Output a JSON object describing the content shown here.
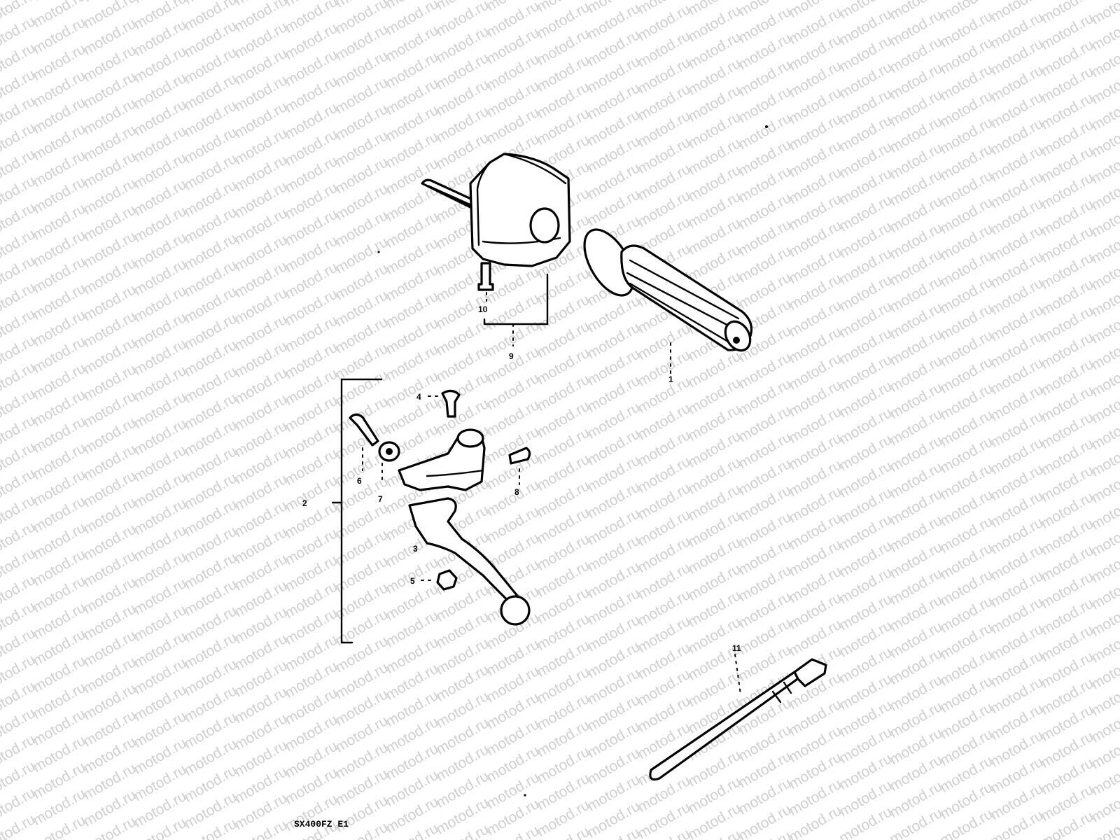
{
  "watermark": {
    "text": "motod.ru"
  },
  "diagram_code": "SX400FZ E1",
  "callouts": {
    "c1": "1",
    "c2": "2",
    "c3": "3",
    "c4": "4",
    "c5": "5",
    "c6": "6",
    "c7": "7",
    "c8": "8",
    "c9": "9",
    "c10": "10",
    "c11": "11"
  },
  "parts": [
    {
      "number": "1",
      "part": "handlebar-grip"
    },
    {
      "number": "2",
      "part": "lever-assembly"
    },
    {
      "number": "3",
      "part": "lever"
    },
    {
      "number": "4",
      "part": "screw"
    },
    {
      "number": "5",
      "part": "nut"
    },
    {
      "number": "6",
      "part": "bolt"
    },
    {
      "number": "7",
      "part": "washer"
    },
    {
      "number": "8",
      "part": "screw"
    },
    {
      "number": "9",
      "part": "handlebar-switch"
    },
    {
      "number": "10",
      "part": "switch-screw"
    },
    {
      "number": "11",
      "part": "cable-tie"
    }
  ]
}
